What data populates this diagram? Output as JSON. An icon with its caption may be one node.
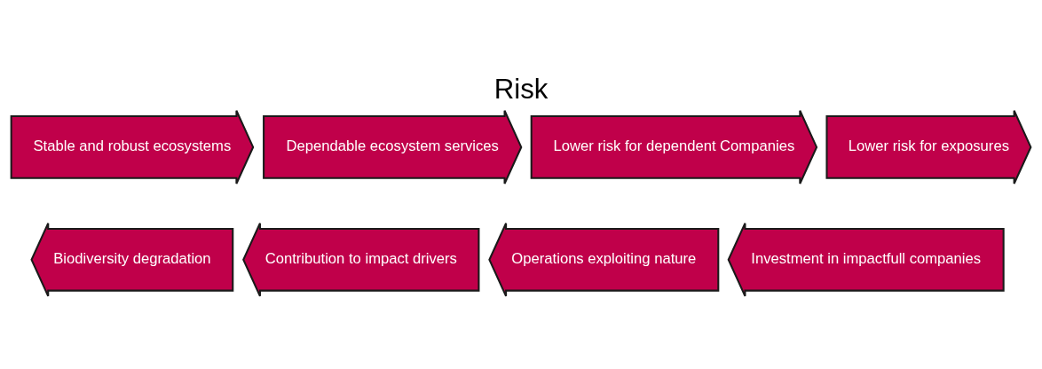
{
  "diagram": {
    "title": "Risk",
    "nodes": [
      {
        "text": [
          "Stable and robust ecosystems"
        ]
      },
      {
        "text": [
          "Dependable ecosystem services"
        ]
      },
      {
        "text": [
          "Lower risk for dependent Companies"
        ]
      },
      {
        "text": [
          "Lower risk for exposures"
        ]
      },
      {
        "text": [
          "Biodiversity degradation"
        ]
      },
      {
        "text": [
          "Contribution to impact drivers"
        ]
      },
      {
        "text": [
          "Operations exploiting nature"
        ]
      },
      {
        "text": [
          "Investment in impactfull companies"
        ]
      }
    ],
    "edges": []
  }
}
